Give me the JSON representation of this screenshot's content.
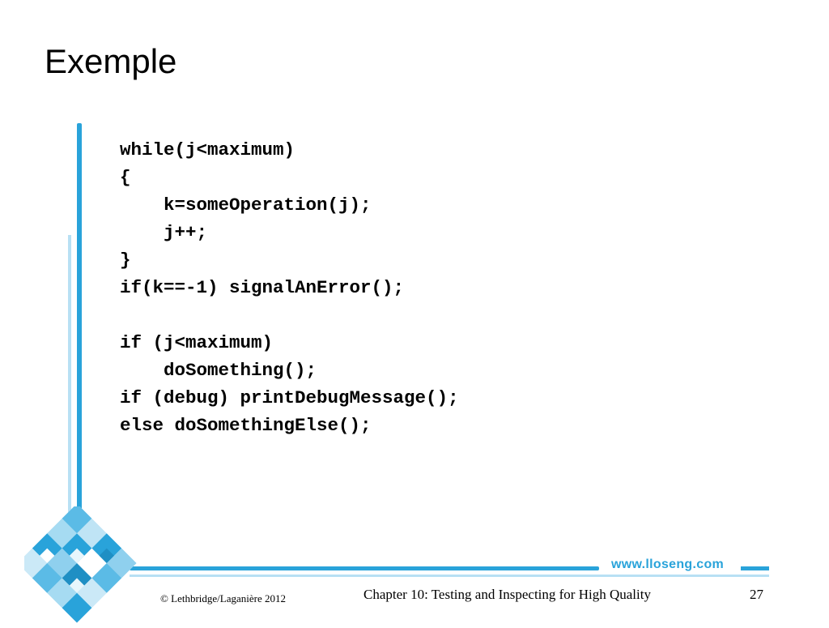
{
  "slide": {
    "title": "Exemple"
  },
  "code": {
    "lines": [
      "while(j<maximum)",
      "{",
      "    k=someOperation(j);",
      "    j++;",
      "}",
      "if(k==-1) signalAnError();",
      "",
      "if (j<maximum)",
      "    doSomething();",
      "if (debug) printDebugMessage();",
      "else doSomethingElse();"
    ]
  },
  "branding": {
    "website": "www.lloseng.com",
    "accent_color": "#29a3da",
    "light_accent_color": "#b8e0f4",
    "logo_icon": "mosaic-diamond-logo-icon"
  },
  "footer": {
    "copyright": "© Lethbridge/Laganière 2012",
    "chapter": "Chapter 10: Testing and Inspecting for High Quality",
    "page_number": "27"
  }
}
